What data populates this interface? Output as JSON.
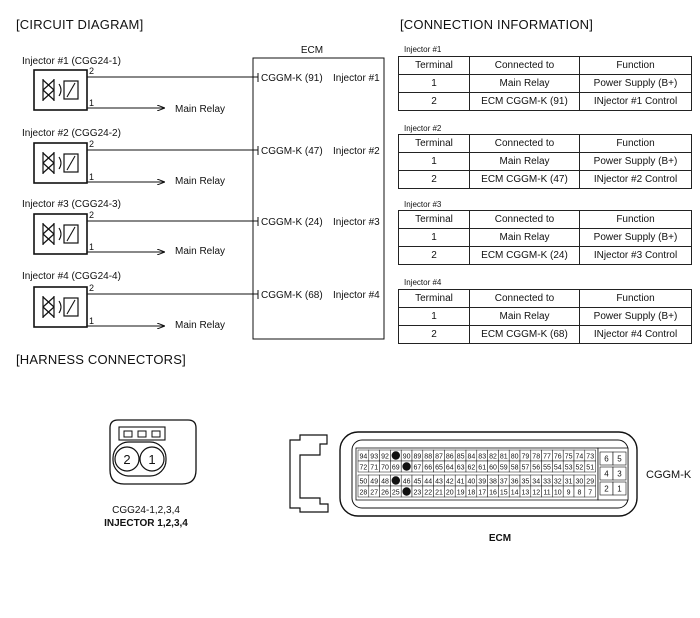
{
  "headings": {
    "circuit": "[CIRCUIT DIAGRAM]",
    "connection": "[CONNECTION INFORMATION]",
    "harness": "[HARNESS CONNECTORS]"
  },
  "ecm_box_label": "ECM",
  "main_relay_label": "Main Relay",
  "injectors": [
    {
      "label": "Injector #1 (CGG24-1)",
      "pin_top": "2",
      "pin_bottom": "1",
      "ecm_pin": "CGGM-K (91)",
      "ecm_name": "Injector #1"
    },
    {
      "label": "Injector #2 (CGG24-2)",
      "pin_top": "2",
      "pin_bottom": "1",
      "ecm_pin": "CGGM-K (47)",
      "ecm_name": "Injector #2"
    },
    {
      "label": "Injector #3 (CGG24-3)",
      "pin_top": "2",
      "pin_bottom": "1",
      "ecm_pin": "CGGM-K (24)",
      "ecm_name": "Injector #3"
    },
    {
      "label": "Injector #4 (CGG24-4)",
      "pin_top": "2",
      "pin_bottom": "1",
      "ecm_pin": "CGGM-K (68)",
      "ecm_name": "Injector #4"
    }
  ],
  "tables": [
    {
      "caption": "Injector #1",
      "header": [
        "Terminal",
        "Connected to",
        "Function"
      ],
      "rows": [
        [
          "1",
          "Main Relay",
          "Power Supply (B+)"
        ],
        [
          "2",
          "ECM CGGM-K (91)",
          "INjector #1 Control"
        ]
      ]
    },
    {
      "caption": "Injector #2",
      "header": [
        "Terminal",
        "Connected to",
        "Function"
      ],
      "rows": [
        [
          "1",
          "Main Relay",
          "Power Supply  (B+)"
        ],
        [
          "2",
          "ECM CGGM-K (47)",
          "INjector #2 Control"
        ]
      ]
    },
    {
      "caption": "Injector #3",
      "header": [
        "Terminal",
        "Connected to",
        "Function"
      ],
      "rows": [
        [
          "1",
          "Main Relay",
          "Power Supply  (B+)"
        ],
        [
          "2",
          "ECM CGGM-K (24)",
          "INjector #3 Control"
        ]
      ]
    },
    {
      "caption": "Injector #4",
      "header": [
        "Terminal",
        "Connected to",
        "Function"
      ],
      "rows": [
        [
          "1",
          "Main Relay",
          "Power Supply  (B+)"
        ],
        [
          "2",
          "ECM CGGM-K (68)",
          "INjector #4 Control"
        ]
      ]
    }
  ],
  "injector_connector": {
    "pins": [
      "2",
      "1"
    ],
    "caption": "CGG24-1,2,3,4",
    "title": "INJECTOR 1,2,3,4"
  },
  "ecm_connector": {
    "title": "ECM",
    "side_label": "CGGM-K",
    "row1": [
      "94",
      "93",
      "92",
      "",
      "90",
      "89",
      "88",
      "87",
      "86",
      "85",
      "84",
      "83",
      "82",
      "81",
      "80",
      "79",
      "78",
      "77",
      "76",
      "75",
      "74",
      "73"
    ],
    "row2": [
      "72",
      "71",
      "70",
      "69",
      "",
      "67",
      "66",
      "65",
      "64",
      "63",
      "62",
      "61",
      "60",
      "59",
      "58",
      "57",
      "56",
      "55",
      "54",
      "53",
      "52",
      "51"
    ],
    "row3": [
      "50",
      "49",
      "48",
      "",
      "46",
      "45",
      "44",
      "43",
      "42",
      "41",
      "40",
      "39",
      "38",
      "37",
      "36",
      "35",
      "34",
      "33",
      "32",
      "31",
      "30",
      "29"
    ],
    "row4": [
      "28",
      "27",
      "26",
      "25",
      "",
      "23",
      "22",
      "21",
      "20",
      "19",
      "18",
      "17",
      "16",
      "15",
      "14",
      "13",
      "12",
      "11",
      "10",
      "9",
      "8",
      "7"
    ],
    "side_pins": [
      [
        "6",
        "5"
      ],
      [
        "4",
        "3"
      ],
      [
        "2",
        "1"
      ]
    ]
  }
}
